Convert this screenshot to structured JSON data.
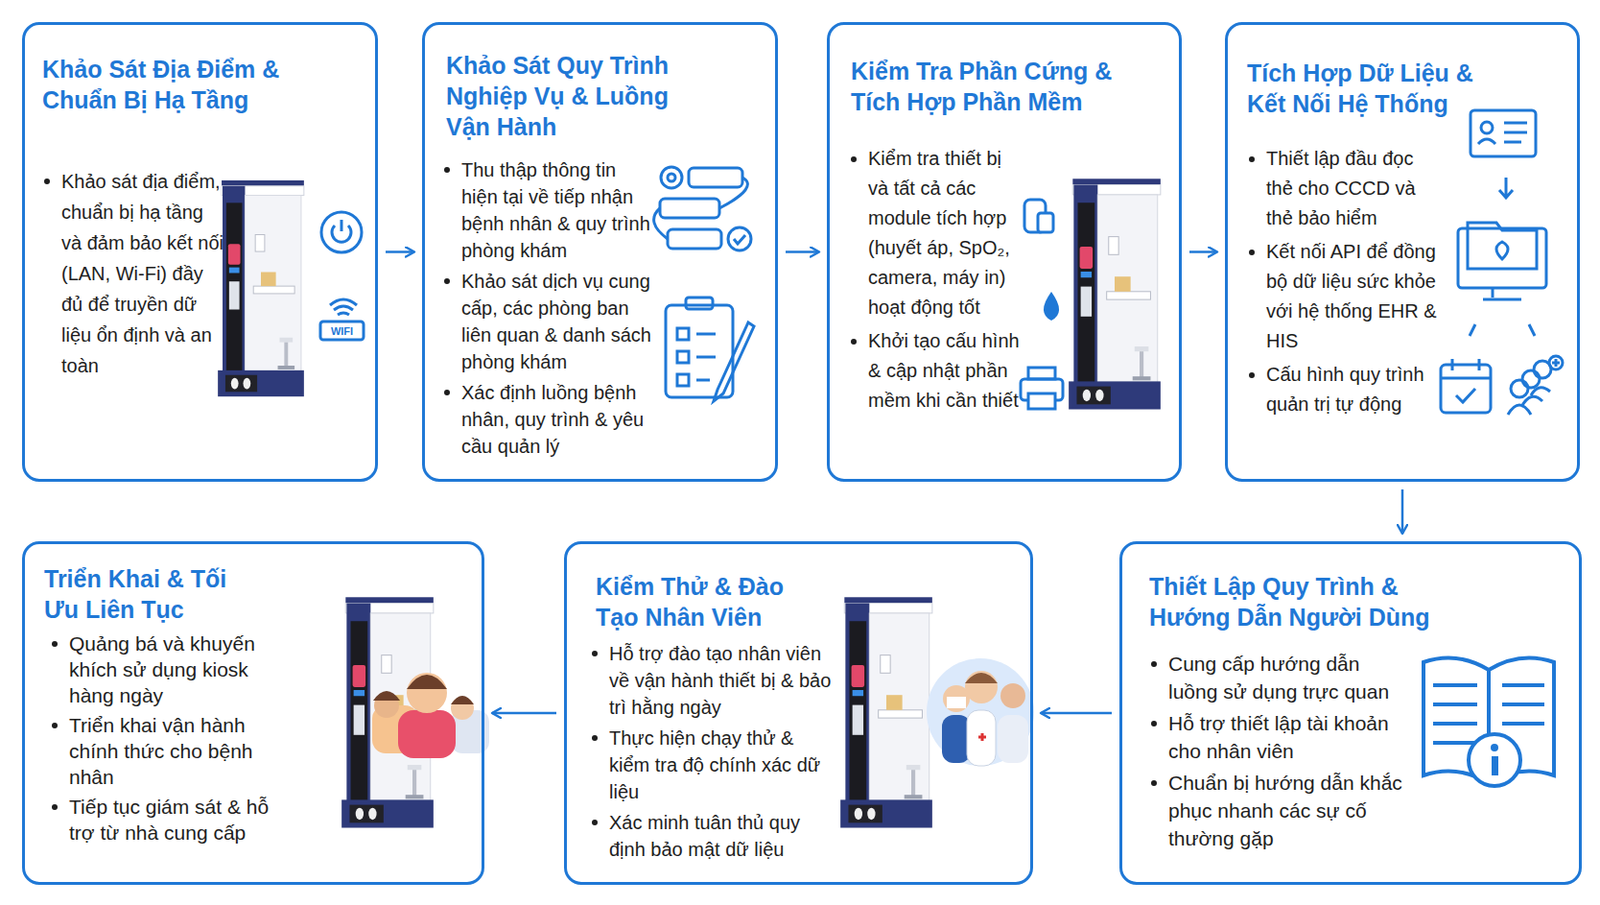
{
  "diagram": {
    "nodes": [
      {
        "text": [
          "Khảo Sát Địa Điểm & Chuẩn Bị Hạ Tầng",
          "Khảo sát địa điểm, chuẩn bị hạ tầng và đảm bảo kết nối (LAN, Wi-Fi) đầy đủ để truyền dữ liệu ổn định và an toàn"
        ]
      },
      {
        "text": [
          "Khảo Sát Quy Trình Nghiệp Vụ & Luồng Vận Hành",
          "Thu thập thông tin hiện tại về tiếp nhận bệnh nhân & quy trình phòng khám",
          "Khảo sát dịch vụ cung cấp, các phòng ban liên quan & danh sách phòng khám",
          "Xác định luồng bệnh nhân, quy trình & yêu cầu quản lý"
        ]
      },
      {
        "text": [
          "Kiểm Tra Phần Cứng & Tích Hợp Phần Mềm",
          "Kiểm tra thiết bị và tất cả các module tích hợp (huyết áp, SpO₂, camera, máy in) hoạt động tốt",
          "Khởi tạo cấu hình & cập nhật phần mềm khi cần thiết"
        ]
      },
      {
        "text": [
          "Tích Hợp Dữ Liệu & Kết Nối Hệ Thống",
          "Thiết lập đầu đọc thẻ cho CCCD và thẻ bảo hiểm",
          "Kết nối API để đồng bộ dữ liệu sức khỏe với hệ thống EHR & HIS",
          "Cấu hình quy trình quản trị tự động"
        ]
      },
      {
        "text": [
          "Thiết Lập Quy Trình & Hướng Dẫn Người Dùng",
          "Cung cấp hướng dẫn luồng sử dụng trực quan",
          "Hỗ trợ thiết lập tài khoản cho nhân viên",
          "Chuẩn bị hướng dẫn khắc phục nhanh các sự cố thường gặp"
        ]
      },
      {
        "text": [
          "Kiểm Thử & Đào Tạo Nhân Viên",
          "Hỗ trợ đào tạo nhân viên về vận hành thiết bị & bảo trì hằng ngày",
          "Thực hiện chạy thử & kiểm tra độ chính xác dữ liệu",
          "Xác minh tuân thủ quy định bảo mật dữ liệu"
        ]
      },
      {
        "text": [
          "Triển Khai & Tối Ưu Liên Tục",
          "Quảng bá và khuyến khích sử dụng kiosk hàng ngày",
          "Triển khai vận hành chính thức cho bệnh nhân",
          "Tiếp tục giám sát & hỗ trợ từ nhà cung cấp"
        ]
      }
    ],
    "edges": [
      {
        "from": 0,
        "to": 1,
        "arrow": "to"
      },
      {
        "from": 1,
        "to": 2,
        "arrow": "to"
      },
      {
        "from": 2,
        "to": 3,
        "arrow": "to"
      },
      {
        "from": 3,
        "to": 4,
        "arrow": "to"
      },
      {
        "from": 4,
        "to": 5,
        "arrow": "to"
      },
      {
        "from": 5,
        "to": 6,
        "arrow": "to"
      }
    ],
    "labels": [
      "WIFI"
    ]
  }
}
